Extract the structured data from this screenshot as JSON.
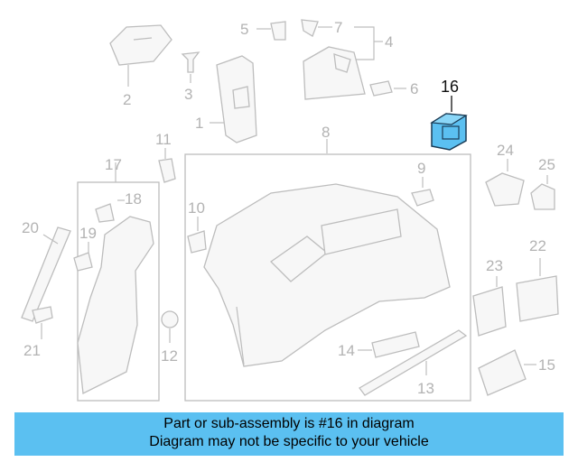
{
  "callouts": {
    "c1": "1",
    "c2": "2",
    "c3": "3",
    "c4": "4",
    "c5": "5",
    "c6": "6",
    "c7": "7",
    "c8": "8",
    "c9": "9",
    "c10": "10",
    "c11": "11",
    "c12": "12",
    "c13": "13",
    "c14": "14",
    "c15": "15",
    "c16": "16",
    "c17": "17",
    "c18": "18",
    "c19": "19",
    "c20": "20",
    "c21": "21",
    "c22": "22",
    "c23": "23",
    "c24": "24",
    "c25": "25"
  },
  "highlight": {
    "part": "16",
    "color": "#5bc0f1"
  },
  "banner": {
    "line1": "Part or sub-assembly is #16 in diagram",
    "line2": "Diagram may not be specific to your vehicle",
    "background": "#5bc0f1"
  }
}
